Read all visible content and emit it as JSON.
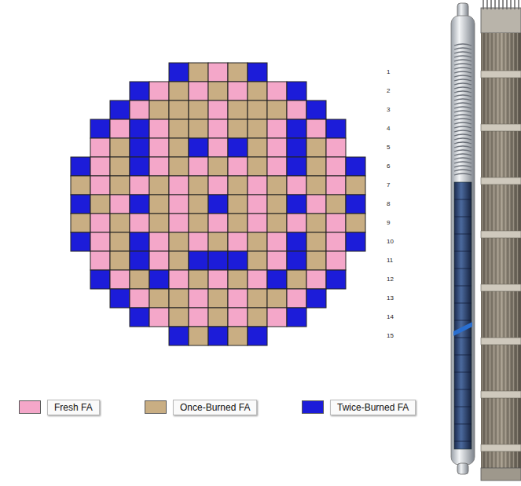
{
  "diagram": {
    "labels": [
      "1",
      "2",
      "3",
      "4",
      "5",
      "6",
      "7",
      "8",
      "9",
      "10",
      "11",
      "12",
      "13",
      "14",
      "15"
    ],
    "legend": [
      {
        "text": "Fresh FA",
        "color": "#f4a7c9"
      },
      {
        "text": "Once-Burned FA",
        "color": "#c9ae83"
      },
      {
        "text": "Twice-Burned FA",
        "color": "#1c1cd9"
      }
    ]
  }
}
